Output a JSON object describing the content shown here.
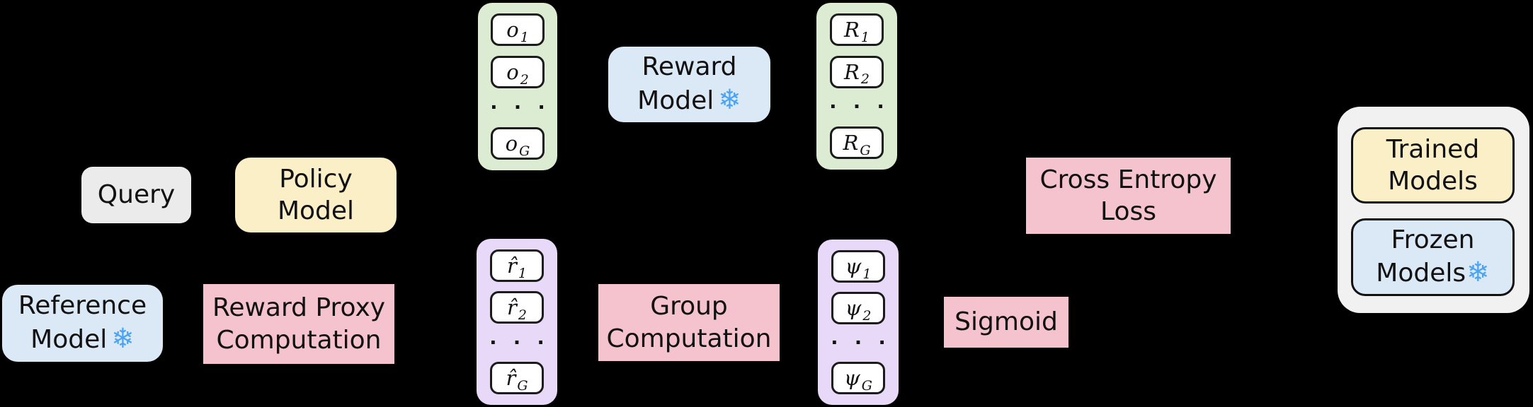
{
  "palette": {
    "background": "#000000",
    "query_bg": "#ebebeb",
    "trained_bg": "#fbefc8",
    "frozen_bg": "#dbe8f6",
    "operation_bg": "#f5c3cd",
    "outputs_bg": "#dcecd2",
    "values_bg": "#e9d9f8",
    "legend_bg": "#f1f1f1",
    "snowflake_color": "#4ba4f3",
    "text_color": "#111111"
  },
  "icons": {
    "snowflake": "❄"
  },
  "nodes": {
    "query": {
      "label": "Query"
    },
    "policy_model": {
      "line1": "Policy",
      "line2": "Model"
    },
    "reference_model": {
      "line1": "Reference",
      "line2": "Model"
    },
    "reward_proxy": {
      "line1": "Reward Proxy",
      "line2": "Computation"
    },
    "reward_model": {
      "line1": "Reward",
      "line2": "Model"
    },
    "group_computation": {
      "line1": "Group",
      "line2": "Computation"
    },
    "sigmoid": {
      "label": "Sigmoid"
    },
    "cross_entropy_loss": {
      "line1": "Cross Entropy",
      "line2": "Loss"
    }
  },
  "columns": {
    "outputs": {
      "items": [
        {
          "base": "o",
          "sub": "1"
        },
        {
          "base": "o",
          "sub": "2"
        },
        {
          "base": "o",
          "sub": "G"
        }
      ],
      "dots": "· · ·"
    },
    "rewards": {
      "items": [
        {
          "base": "R",
          "sub": "1"
        },
        {
          "base": "R",
          "sub": "2"
        },
        {
          "base": "R",
          "sub": "G"
        }
      ],
      "dots": "· · ·"
    },
    "reward_proxies": {
      "items": [
        {
          "base": "r̂",
          "sub": "1"
        },
        {
          "base": "r̂",
          "sub": "2"
        },
        {
          "base": "r̂",
          "sub": "G"
        }
      ],
      "dots": "· · ·"
    },
    "psi_values": {
      "items": [
        {
          "base": "ψ",
          "sub": "1"
        },
        {
          "base": "ψ",
          "sub": "2"
        },
        {
          "base": "ψ",
          "sub": "G"
        }
      ],
      "dots": "· · ·"
    }
  },
  "legend": {
    "trained": {
      "line1": "Trained",
      "line2": "Models"
    },
    "frozen": {
      "line1": "Frozen",
      "line2": "Models"
    }
  }
}
